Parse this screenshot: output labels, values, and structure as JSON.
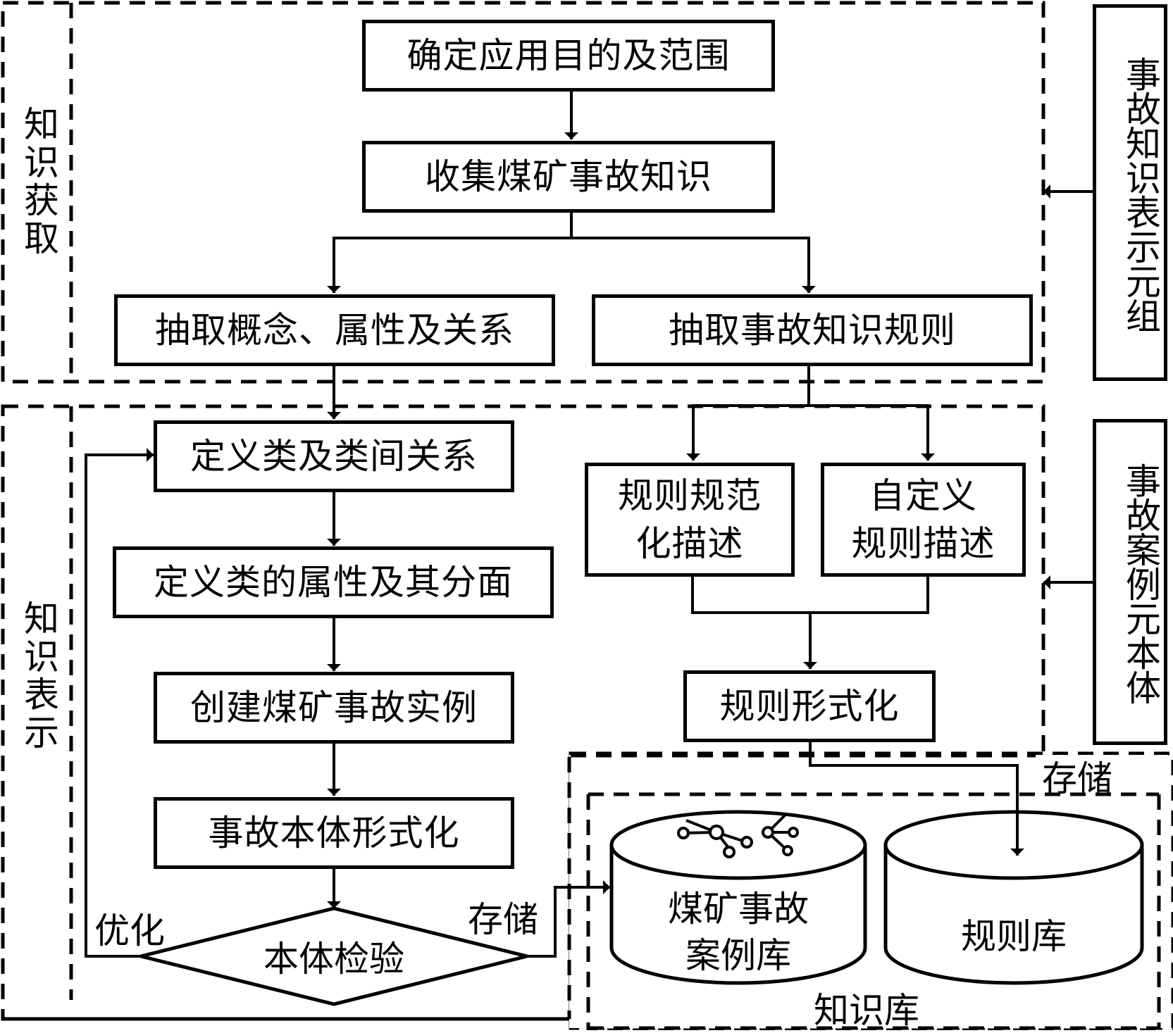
{
  "title": "煤矿事故知识获取与表示流程",
  "sections": {
    "acquisition_label": "知识获取",
    "representation_label": "知识表示",
    "knowledge_base_label": "知识库"
  },
  "side_boxes": {
    "tuple": "事故知识表示元组",
    "ontology": "事故案例元本体"
  },
  "steps": {
    "define_scope": "确定应用目的及范围",
    "collect": "收集煤矿事故知识",
    "extract_concepts": "抽取概念、属性及关系",
    "extract_rules": "抽取事故知识规则",
    "define_classes": "定义类及类间关系",
    "define_attributes": "定义类的属性及其分面",
    "create_instances": "创建煤矿事故实例",
    "formalize_ontology": "事故本体形式化",
    "validate": "本体检验",
    "rule_normalize_line1": "规则规范",
    "rule_normalize_line2": "化描述",
    "rule_custom_line1": "自定义",
    "rule_custom_line2": "规则描述",
    "rule_formalize": "规则形式化"
  },
  "edge_labels": {
    "optimize": "优化",
    "store_left": "存储",
    "store_right": "存储"
  },
  "databases": {
    "case_db_line1": "煤矿事故",
    "case_db_line2": "案例库",
    "rule_db": "规则库"
  }
}
